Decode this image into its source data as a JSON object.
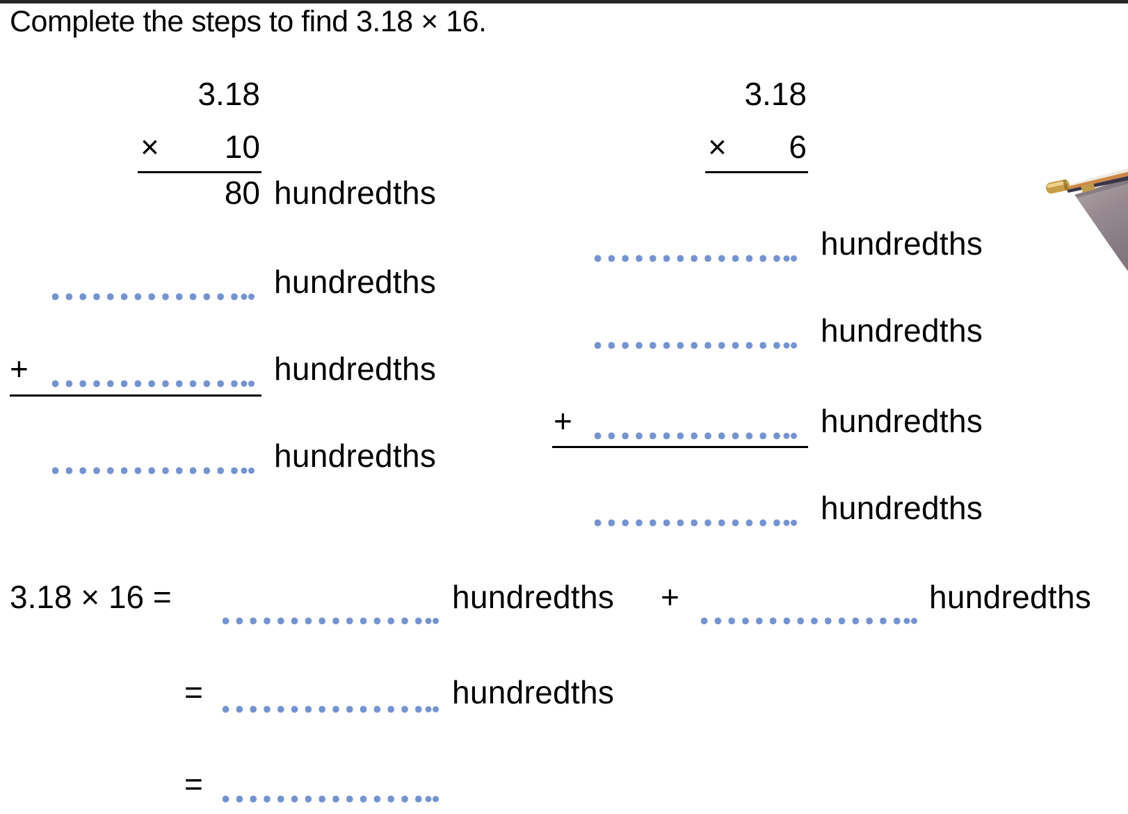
{
  "title": "Complete the steps to find 3.18 × 16.",
  "colors": {
    "dot_blue": "#7493cf",
    "top_bar": "#262626",
    "text": "#000000"
  },
  "left_problem": {
    "multiplicand": "3.18",
    "operator": "×",
    "multiplier": "10",
    "product": "80",
    "product_unit": "hundredths",
    "blank_rows": [
      {
        "prefix": "",
        "unit": "hundredths"
      },
      {
        "prefix": "+",
        "unit": "hundredths"
      },
      {
        "prefix": "",
        "unit": "hundredths"
      }
    ]
  },
  "right_problem": {
    "multiplicand": "3.18",
    "operator": "×",
    "multiplier": "6",
    "blank_rows": [
      {
        "prefix": "",
        "unit": "hundredths"
      },
      {
        "prefix": "",
        "unit": "hundredths"
      },
      {
        "prefix": "+",
        "unit": "hundredths"
      },
      {
        "prefix": "",
        "unit": "hundredths"
      }
    ]
  },
  "summary": {
    "line1": {
      "expression": "3.18 × 16 =",
      "unit1": "hundredths",
      "operator": "+",
      "unit2": "hundredths"
    },
    "line2": {
      "sign": "=",
      "unit": "hundredths"
    },
    "line3": {
      "sign": "="
    }
  },
  "decoration": {
    "corner_photo": "umbrella-tip-photo"
  }
}
